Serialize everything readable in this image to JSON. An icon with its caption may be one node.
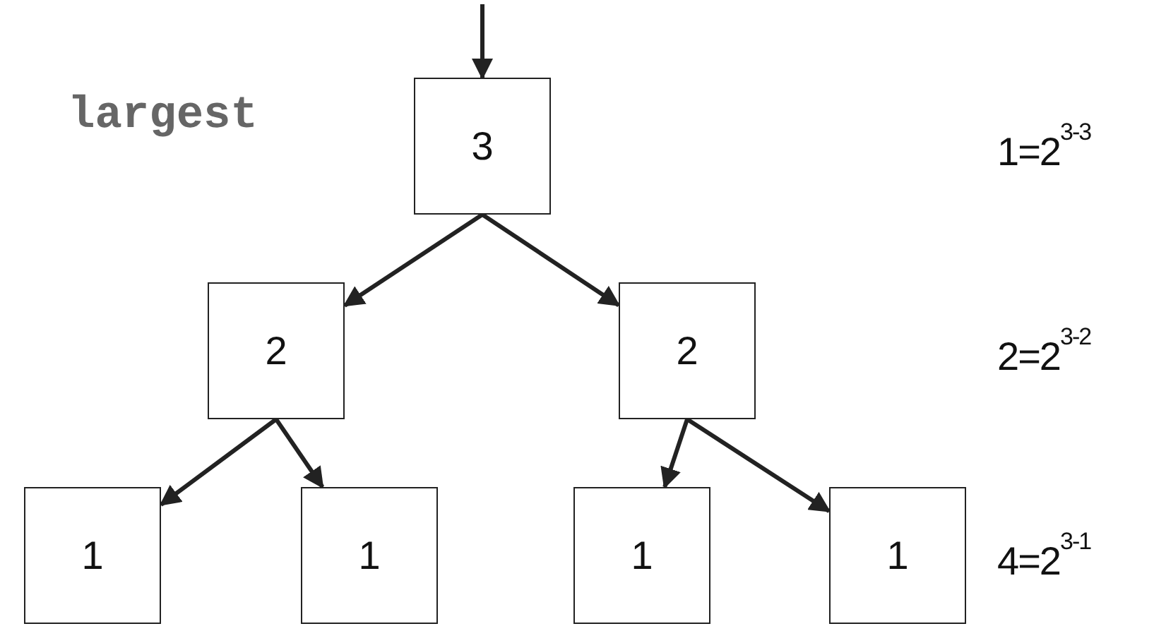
{
  "diagram": {
    "nodes": [
      {
        "text": [
          "3"
        ],
        "beside": [
          "largest"
        ]
      },
      {
        "text": [
          "2"
        ]
      },
      {
        "text": [
          "2"
        ]
      },
      {
        "text": [
          "1"
        ]
      },
      {
        "text": [
          "1"
        ]
      },
      {
        "text": [
          "1"
        ]
      },
      {
        "text": [
          "1"
        ]
      }
    ],
    "edges": [
      {
        "from": null,
        "to": 0,
        "arrow": "to"
      },
      {
        "from": 0,
        "to": 1,
        "arrow": "to"
      },
      {
        "from": 0,
        "to": 2,
        "arrow": "to"
      },
      {
        "from": 1,
        "to": 3,
        "arrow": "to"
      },
      {
        "from": 1,
        "to": 4,
        "arrow": "to"
      },
      {
        "from": 2,
        "to": 5,
        "arrow": "to"
      },
      {
        "from": 2,
        "to": 6,
        "arrow": "to"
      }
    ],
    "labels": [
      "1=2$^{3-3}$",
      "2=2$^{3-2}$",
      "4=2$^{3-1}$"
    ]
  }
}
